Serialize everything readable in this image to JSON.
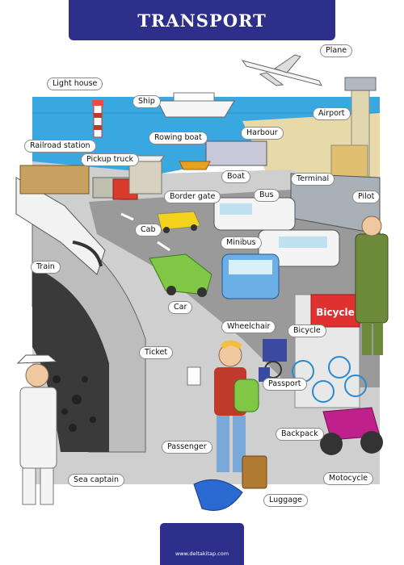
{
  "title": "TRANSPORT",
  "labels": {
    "plane": "Plane",
    "light_house": "Light house",
    "ship": "Ship",
    "airport": "Airport",
    "railroad_station": "Railroad station",
    "harbour": "Harbour",
    "rowing_boat": "Rowing boat",
    "pickup_truck": "Pickup truck",
    "boat": "Boat",
    "terminal": "Terminal",
    "border_gate": "Border gate",
    "bus": "Bus",
    "pilot": "Pilot",
    "cab": "Cab",
    "minibus": "Minibus",
    "train": "Train",
    "car": "Car",
    "wheelchair": "Wheelchair",
    "bicycle": "Bicycle",
    "ticket": "Ticket",
    "passport": "Passport",
    "backpack": "Backpack",
    "passenger": "Passenger",
    "sea_captain": "Sea captain",
    "motocycle": "Motocycle",
    "luggage": "Luggage"
  },
  "shop_sign": "Bicycle",
  "footer_url": "www.deltakitap.com",
  "colors": {
    "banner": "#2d2f8a",
    "sea": "#3aa8e0",
    "road": "#9a9a9a",
    "cab": "#f2d21c",
    "car": "#7fc744",
    "shop_sign": "#e03030",
    "motorcycle": "#c0208c"
  }
}
